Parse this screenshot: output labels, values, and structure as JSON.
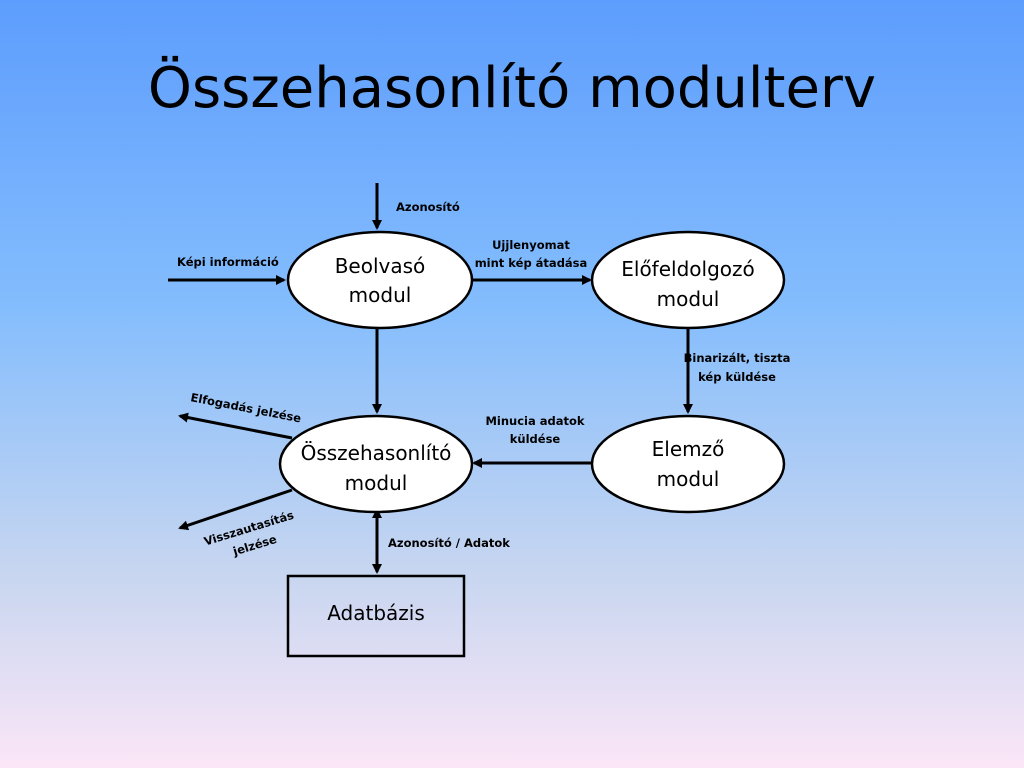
{
  "slide": {
    "title": "Összehasonlító modulterv"
  },
  "diagram": {
    "nodes": {
      "beolvaso": {
        "line1": "Beolvasó",
        "line2": "modul"
      },
      "elofeldolgozo": {
        "line1": "Előfeldolgozó",
        "line2": "modul"
      },
      "osszehasonlito": {
        "line1": "Összehasonlító",
        "line2": "modul"
      },
      "elemzo": {
        "line1": "Elemző",
        "line2": "modul"
      },
      "adatbazis": {
        "label": "Adatbázis"
      }
    },
    "edges": {
      "azonosito": "Azonosító",
      "kepi_informacio": "Képi információ",
      "ujjlenyomat_line1": "Ujjlenyomat",
      "ujjlenyomat_line2": "mint kép átadása",
      "binarizalt_line1": "Binarizált, tiszta",
      "binarizalt_line2": "kép küldése",
      "minucia_line1": "Minucia adatok",
      "minucia_line2": "küldése",
      "elfogadas": "Elfogadás jelzése",
      "visszautasitas_line1": "Visszautasítás",
      "visszautasitas_line2": "jelzése",
      "azonosito_adatok": "Azonosító / Adatok"
    }
  }
}
